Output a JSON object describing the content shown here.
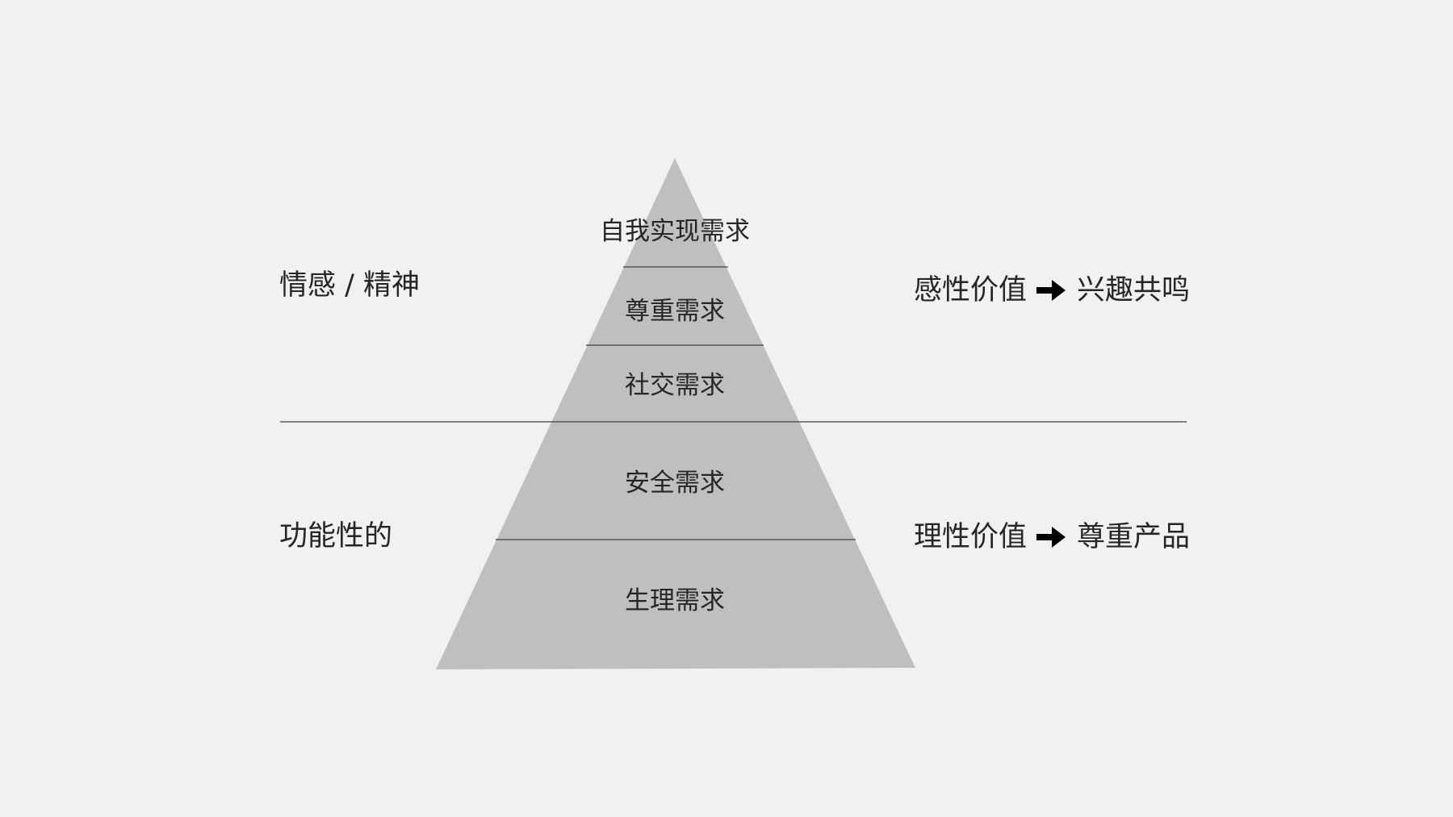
{
  "diagram": {
    "colors": {
      "background": "#f1f1f1",
      "pyramid_fill": "#bfbfbf",
      "line": "#404040",
      "text": "#262626"
    },
    "pyramid": {
      "levels": [
        {
          "label": "自我实现需求"
        },
        {
          "label": "尊重需求"
        },
        {
          "label": "社交需求"
        },
        {
          "label": "安全需求"
        },
        {
          "label": "生理需求"
        }
      ]
    },
    "left_labels": {
      "upper": "情感 / 精神",
      "lower": "功能性的"
    },
    "right_values": {
      "upper": {
        "from": "感性价值",
        "to": "兴趣共鸣",
        "icon": "right-arrow-icon"
      },
      "lower": {
        "from": "理性价值",
        "to": "尊重产品",
        "icon": "right-arrow-icon"
      }
    }
  }
}
